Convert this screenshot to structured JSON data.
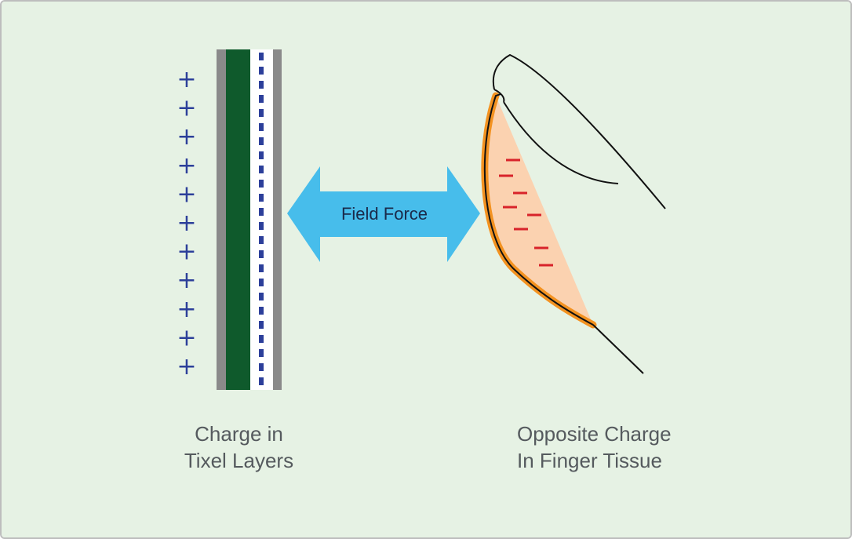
{
  "diagram": {
    "arrow_label": "Field Force",
    "left_caption": [
      "Charge in",
      "Tixel Layers"
    ],
    "right_caption": [
      "Opposite Charge",
      "In Finger Tissue"
    ],
    "plus_symbol": "+",
    "minus_symbol": "–",
    "plus_count": 11,
    "minus_count": 8,
    "colors": {
      "background": "#e6f2e4",
      "outer_layer": "#8a8a8a",
      "tixel_layer": "#0f5a2c",
      "dashed_layer": "#2c3f9a",
      "plus_sign": "#2c3f9a",
      "arrow": "#47bdeb",
      "arrow_text": "#1a2a4a",
      "finger_edge": "#f39220",
      "finger_fill": "#fbd2b0",
      "minus_sign": "#d8232a",
      "outline": "#111111",
      "caption_text": "#555a5e"
    }
  }
}
